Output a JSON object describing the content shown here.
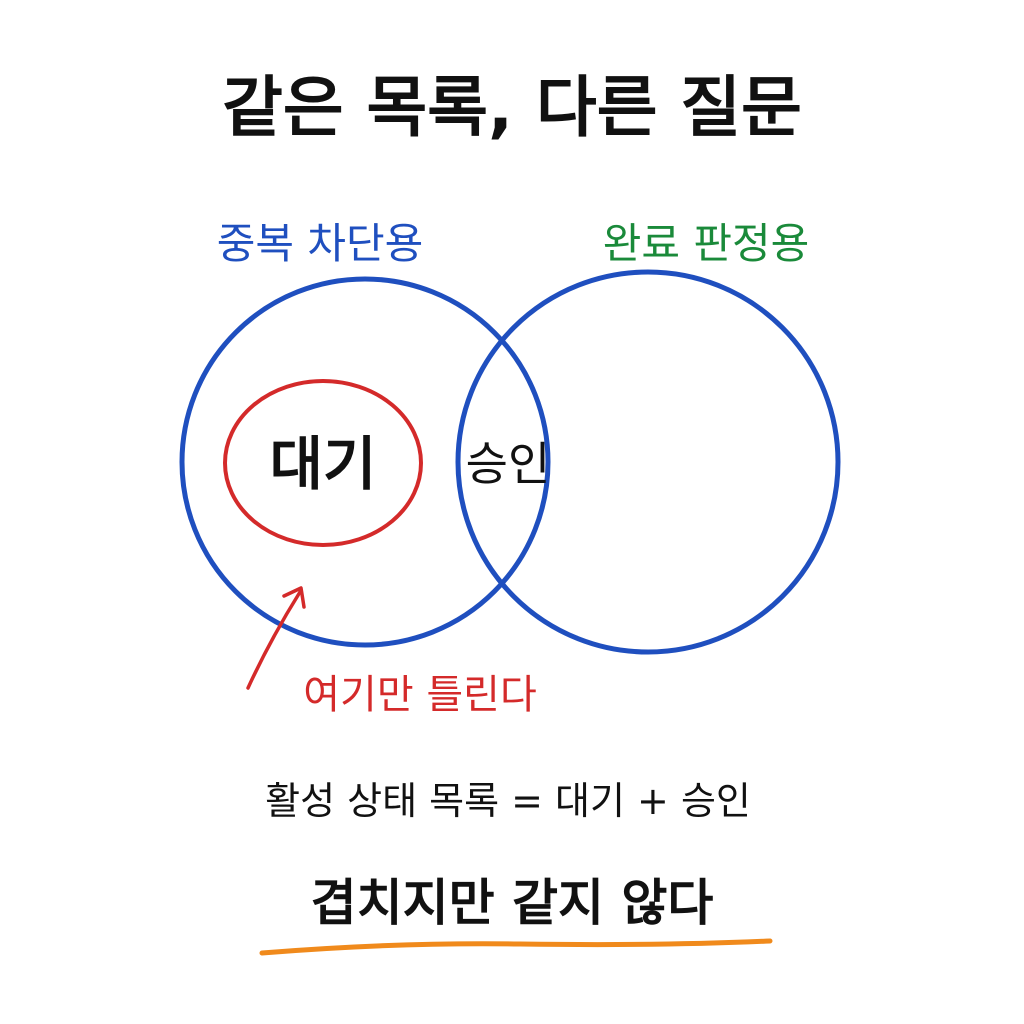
{
  "title": "같은 목록, 다른 질문",
  "sets": {
    "left": {
      "label": "중복 차단용",
      "color": "#1f4fbf"
    },
    "right": {
      "label": "완료 판정용",
      "color": "#1a8a3a"
    }
  },
  "circle_color": "#1f4fbf",
  "regions": {
    "pending": {
      "label": "대기",
      "color": "#d42a2a"
    },
    "approved": {
      "label": "승인"
    }
  },
  "annotation": {
    "text": "여기만 틀린다",
    "color": "#d42a2a"
  },
  "formula": "활성 상태 목록 = 대기 + 승인",
  "conclusion": {
    "text": "겹치지만 같지 않다",
    "underline_color": "#f08a1c"
  },
  "text_color": "#111111"
}
